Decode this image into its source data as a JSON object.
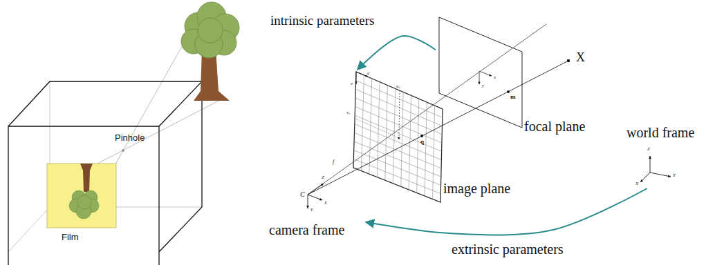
{
  "diagram": {
    "nodes": [
      {
        "text": [
          "focal plane"
        ]
      },
      {
        "text": [
          "world frame"
        ]
      },
      {
        "text": [
          "image plane"
        ]
      },
      {
        "text": [
          "camera frame"
        ]
      }
    ],
    "edges": [
      {
        "from": 0,
        "to": 2,
        "arrow": "to",
        "label": "intrinsic parameters"
      },
      {
        "from": 1,
        "to": 3,
        "arrow": "to",
        "label": "extrinsic parameters"
      }
    ],
    "labels": [
      "Pinhole",
      "Film",
      "X",
      "u",
      "v",
      "u₀",
      "v₀",
      "x",
      "y",
      "m",
      "q",
      "f",
      "Z",
      "C",
      "X",
      "Y",
      "Z",
      "Y",
      "X"
    ]
  }
}
